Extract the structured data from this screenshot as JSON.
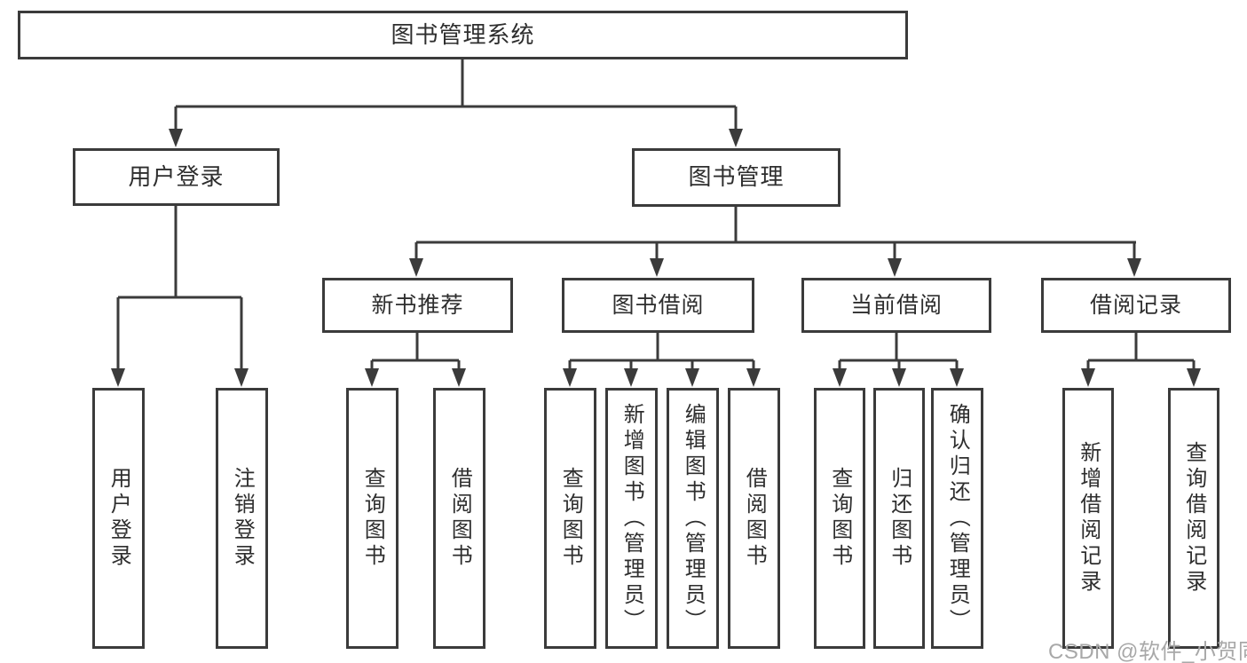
{
  "root": {
    "label": "图书管理系统"
  },
  "user": {
    "label": "用户登录",
    "children": [
      {
        "label": "用户登录"
      },
      {
        "label": "注销登录"
      }
    ]
  },
  "book": {
    "label": "图书管理",
    "sections": [
      {
        "label": "新书推荐",
        "children": [
          {
            "label": "查询图书"
          },
          {
            "label": "借阅图书"
          }
        ]
      },
      {
        "label": "图书借阅",
        "children": [
          {
            "label": "查询图书"
          },
          {
            "label": "新增图书（管理员）"
          },
          {
            "label": "编辑图书（管理员）"
          },
          {
            "label": "借阅图书"
          }
        ]
      },
      {
        "label": "当前借阅",
        "children": [
          {
            "label": "查询图书"
          },
          {
            "label": "归还图书"
          },
          {
            "label": "确认归还（管理员）"
          }
        ]
      },
      {
        "label": "借阅记录",
        "children": [
          {
            "label": "新增借阅记录"
          },
          {
            "label": "查询借阅记录"
          }
        ]
      }
    ]
  },
  "watermark": {
    "text": "CSDN @软件_小贺同学"
  },
  "colors": {
    "line": "#3b3b3b",
    "text": "#2e2e2e",
    "watermark": "#a8a8a8",
    "background": "#ffffff"
  }
}
